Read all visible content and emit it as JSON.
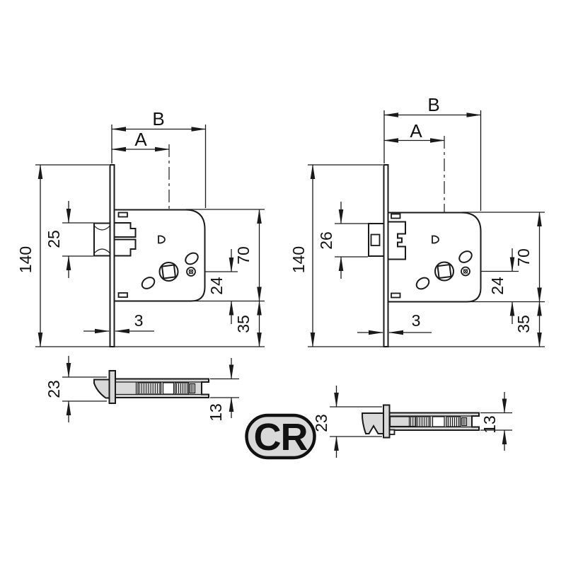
{
  "drawing": {
    "logo": {
      "text": "CR"
    },
    "left": {
      "front": {
        "overall_width": "B",
        "backset": "A",
        "plate_height": "140",
        "latch_height": "25",
        "case_height": "70",
        "spindle_offset": "24",
        "plate_below": "35",
        "plate_thickness": "3"
      },
      "side": {
        "latch_depth": "23",
        "case_thickness": "13"
      }
    },
    "right": {
      "front": {
        "overall_width": "B",
        "backset": "A",
        "plate_height": "140",
        "latch_height": "26",
        "case_height": "70",
        "spindle_offset": "24",
        "plate_below": "35",
        "plate_thickness": "3"
      },
      "side": {
        "latch_depth": "23",
        "case_thickness": "13"
      }
    }
  }
}
